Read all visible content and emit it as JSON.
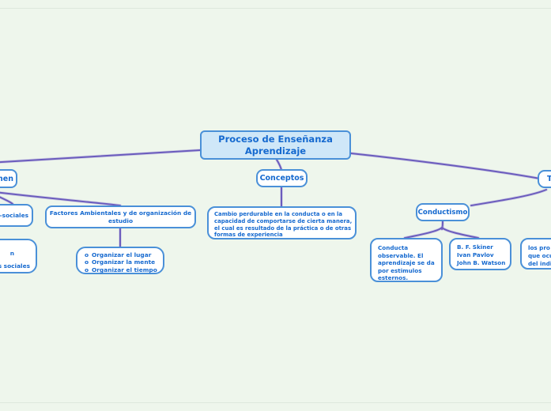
{
  "canvas": {
    "background": "#eef6ec",
    "node_border_color": "#4a90d8",
    "node_text_color": "#1569cf",
    "root_fill_color": "#cfe7f8",
    "connector_color": "#6b5cbd"
  },
  "root": {
    "label": "Proceso de Enseñanza\nAprendizaje"
  },
  "conceptos": {
    "label": "Conceptos",
    "definition": "Cambio perdurable en la conducta o en la\ncapacidad de comportarse de cierta manera,\nel cual es resultado de la práctica o de otras\nformas de experiencia"
  },
  "factores": {
    "parent_fragment": "nen",
    "psico_sociales_fragment": "o-sociales",
    "sociales_fragment_line1": "n",
    "sociales_fragment_line2": "es sociales",
    "ambientales_label": "Factores Ambientales y de organización de\nestudio",
    "organizacion_list": {
      "bullet": "o",
      "items": [
        {
          "text": "Organizar el lugar"
        },
        {
          "text": "Organizar la mente"
        },
        {
          "text": "Organizar el tiempo"
        }
      ]
    }
  },
  "teorias": {
    "parent_fragment": "Te",
    "conductismo": {
      "label": "Conductismo",
      "descripcion": "Conducta\nobservable. El\naprendizaje se da\npor estimulos\nesternos.",
      "autores": "B. F. Skiner\nIvan Pavlov\nJohn B. Watson",
      "procesos_fragment": "los pro\nque ocu\ndel indi"
    }
  }
}
